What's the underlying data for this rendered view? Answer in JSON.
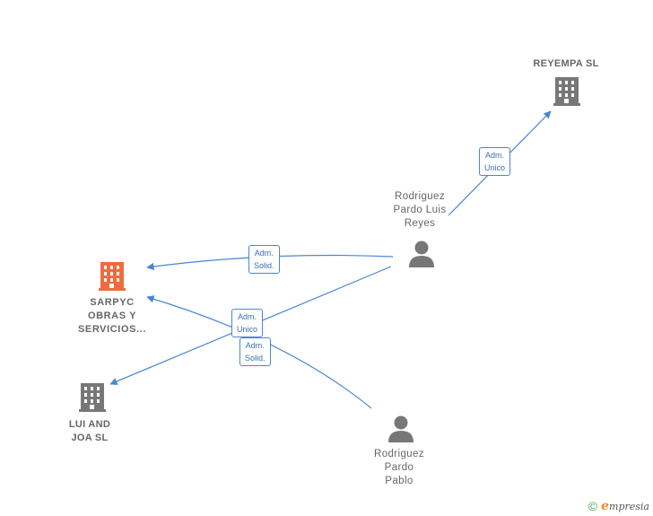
{
  "nodes": {
    "reyempa": {
      "line1": "REYEMPA  SL"
    },
    "sarpyc": {
      "line1": "SARPYC",
      "line2": "OBRAS Y",
      "line3": "SERVICIOS..."
    },
    "luiandjoa": {
      "line1": "LUI AND",
      "line2": "JOA  SL"
    },
    "luis_reyes": {
      "line1": "Rodriguez",
      "line2": "Pardo Luis",
      "line3": "Reyes"
    },
    "pablo": {
      "line1": "Rodriguez",
      "line2": "Pardo",
      "line3": "Pablo"
    }
  },
  "edges": {
    "luis_to_reyempa": {
      "l1": "Adm.",
      "l2": "Unico"
    },
    "luis_to_sarpyc": {
      "l1": "Adm.",
      "l2": "Solid."
    },
    "luis_to_luiandjoa": {
      "l1": "Adm.",
      "l2": "Unico"
    },
    "pablo_to_sarpyc": {
      "l1": "Adm.",
      "l2": "Solid."
    }
  },
  "colors": {
    "edge": "#4a86d4",
    "company_icon": "#777777",
    "main_company_icon": "#f26a3d",
    "person_icon": "#777777"
  },
  "footer": {
    "copyright": "©",
    "brand_initial": "e",
    "brand_rest": "mpresia"
  },
  "icons": {
    "company": "building-icon",
    "person": "person-icon"
  }
}
